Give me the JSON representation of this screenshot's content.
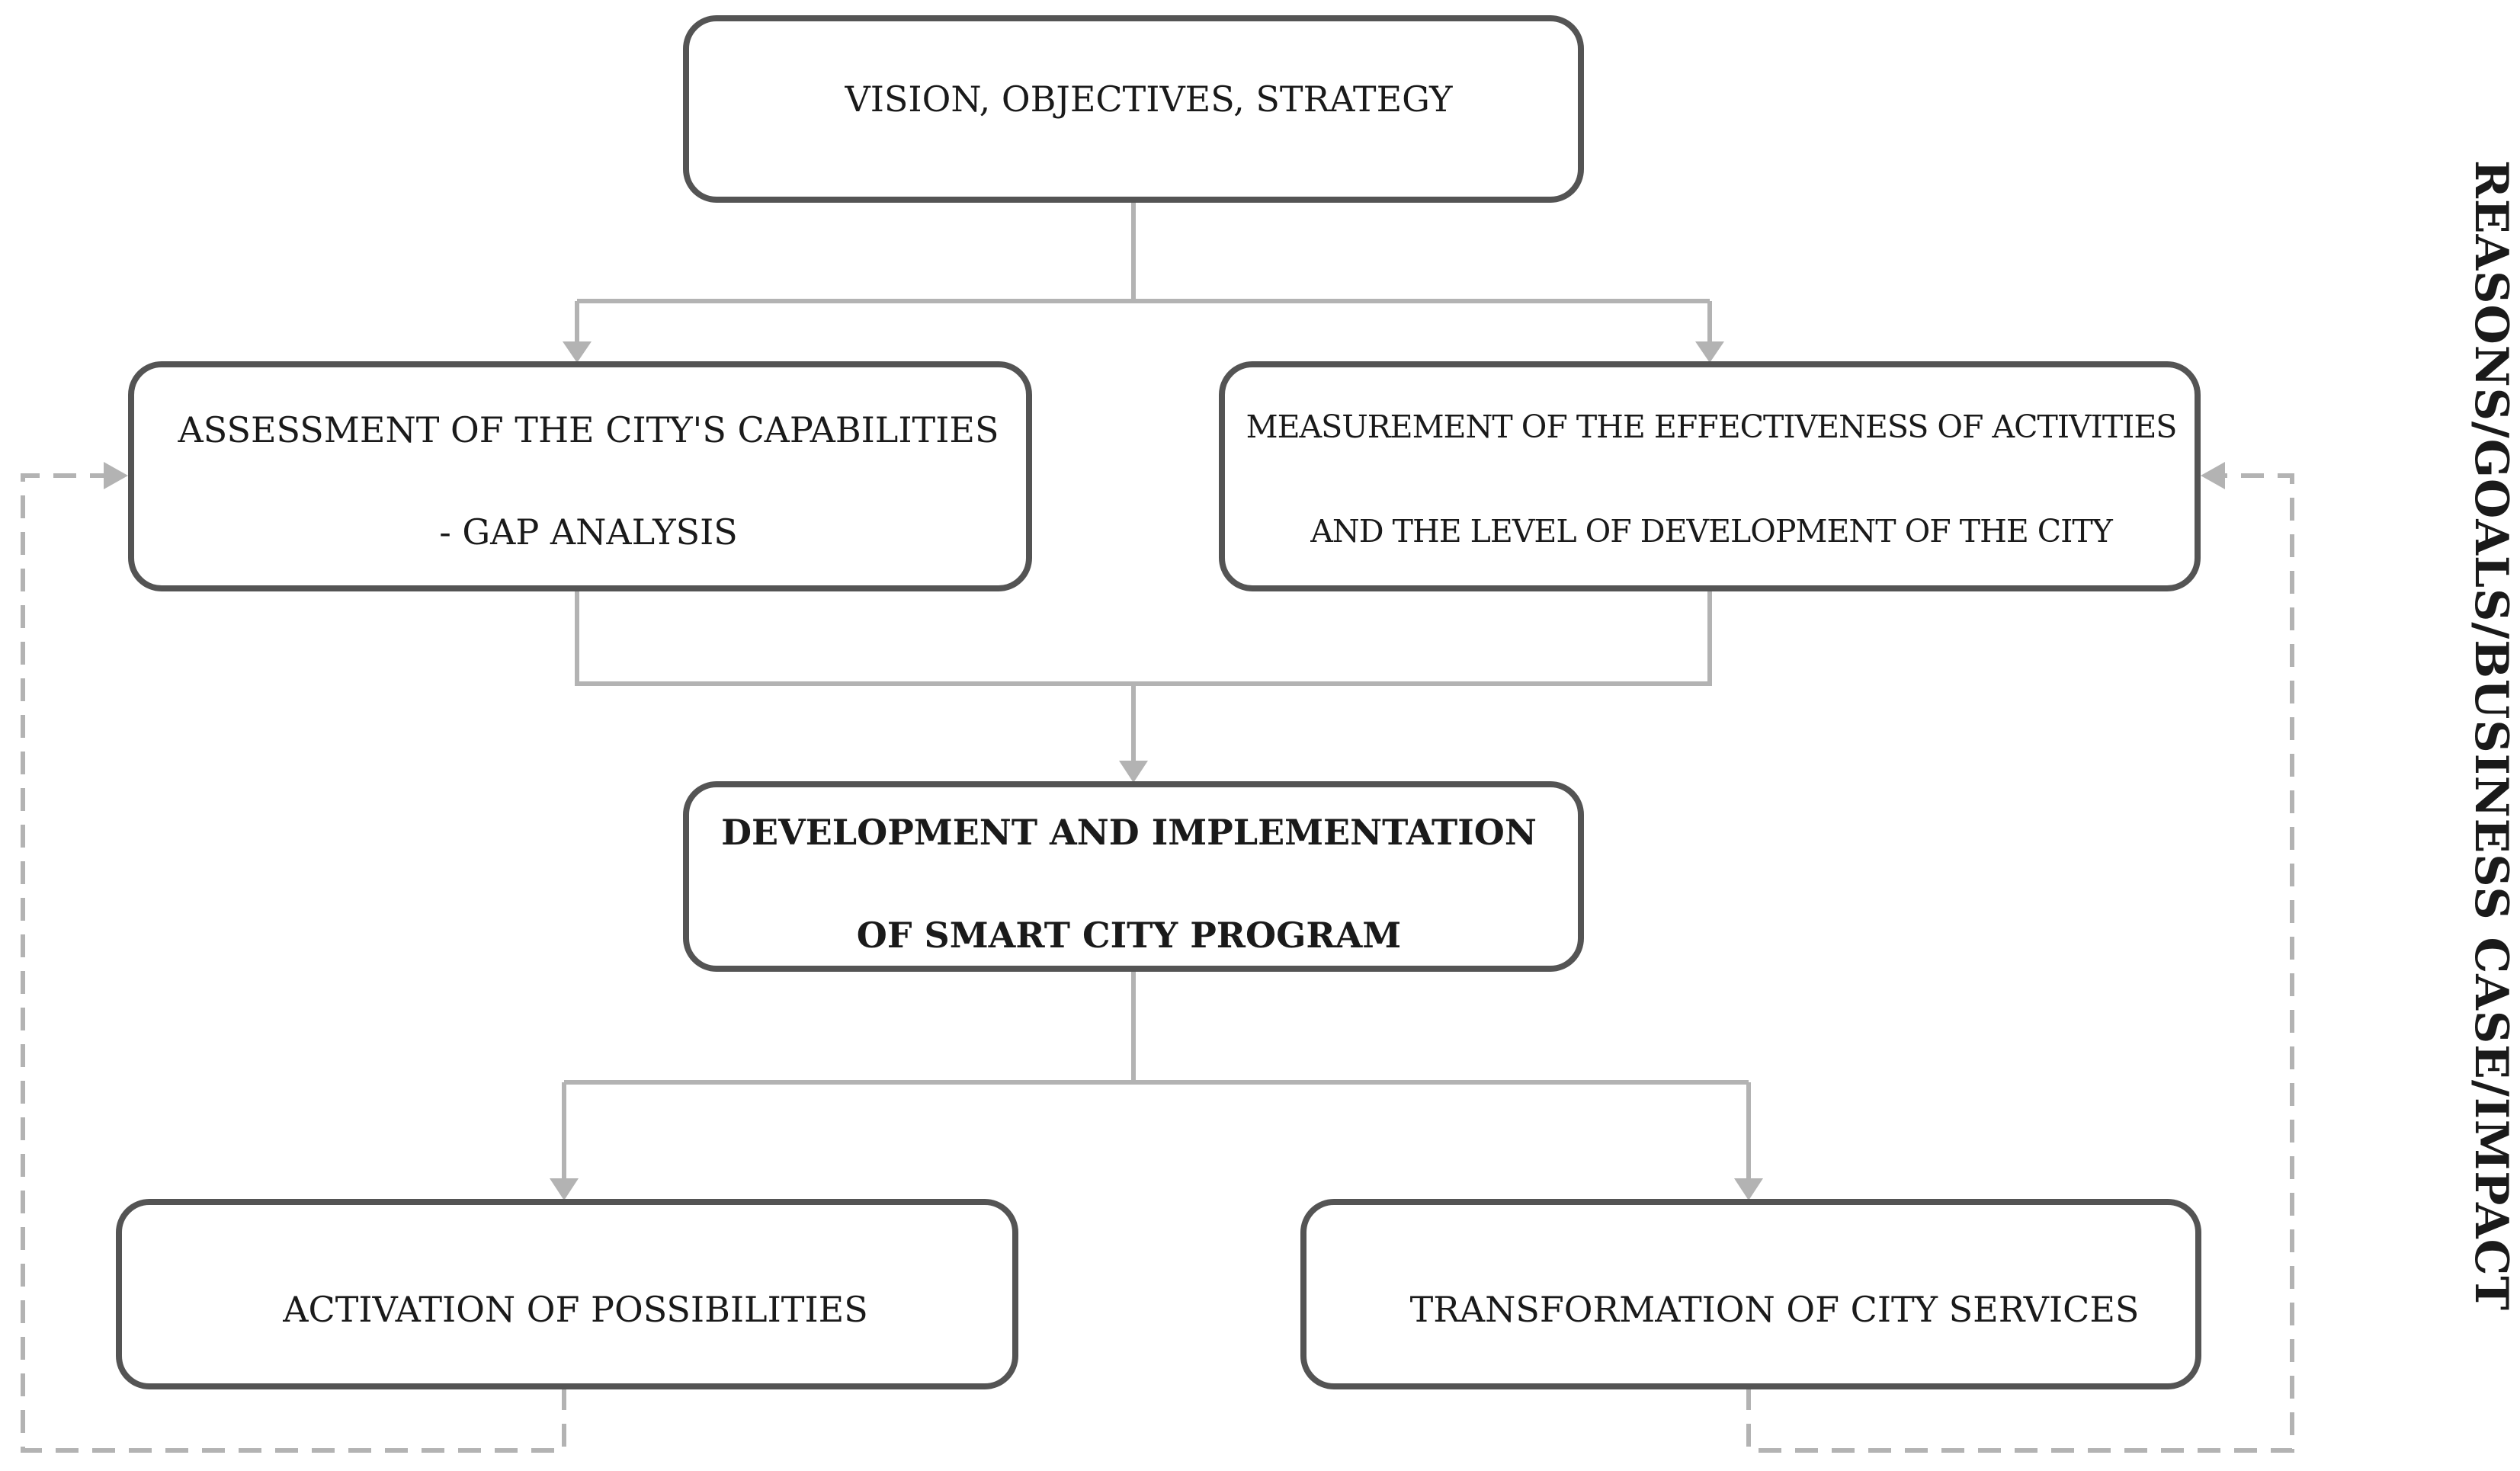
{
  "diagram": {
    "nodes": {
      "vision": {
        "text": "VISION, OBJECTIVES, STRATEGY"
      },
      "assessment": {
        "line1": "ASSESSMENT OF THE CITY'S CAPABILITIES",
        "line2": "- GAP ANALYSIS"
      },
      "measurement": {
        "line1": "MEASUREMENT OF THE EFFECTIVENESS OF ACTIVITIES",
        "line2": "AND THE LEVEL OF DEVELOPMENT OF THE CITY"
      },
      "development": {
        "line1": "DEVELOPMENT AND IMPLEMENTATION",
        "line2": "OF SMART CITY PROGRAM"
      },
      "activation": {
        "text": "ACTIVATION OF POSSIBILITIES"
      },
      "transformation": {
        "text": "TRANSFORMATION OF CITY SERVICES"
      }
    },
    "side_label": "REASONS/GOALS/BUSINESS CASE/IMPACT",
    "edges": [
      {
        "from": "vision",
        "to": "assessment",
        "style": "solid"
      },
      {
        "from": "vision",
        "to": "measurement",
        "style": "solid"
      },
      {
        "from": "assessment",
        "to": "development",
        "style": "solid"
      },
      {
        "from": "measurement",
        "to": "development",
        "style": "solid"
      },
      {
        "from": "development",
        "to": "activation",
        "style": "solid"
      },
      {
        "from": "development",
        "to": "transformation",
        "style": "solid"
      },
      {
        "from": "activation",
        "to": "assessment",
        "style": "dashed"
      },
      {
        "from": "transformation",
        "to": "measurement",
        "style": "dashed"
      }
    ],
    "colors": {
      "box_border": "#545454",
      "connector": "#b3b3b3",
      "text": "#1a1a1a"
    }
  }
}
